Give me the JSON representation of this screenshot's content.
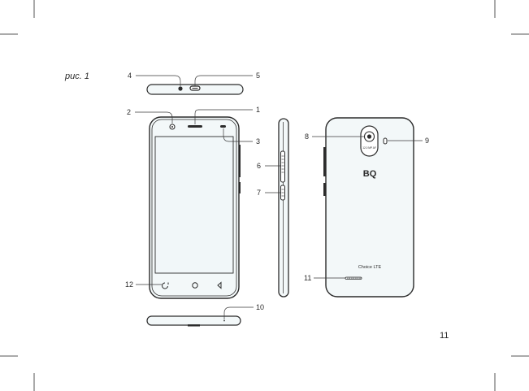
{
  "figure_label": "рис. 1",
  "page_number": "11",
  "brand_logo": "BQ",
  "model_name": "Choice LTE",
  "camera_mark": "12.0 MP AF",
  "colors": {
    "line": "#2b2b2b",
    "phone_fill": "#f3f8f9",
    "screen_fill": "#f1f7f9",
    "text": "#2a2a2a"
  },
  "callouts": {
    "c1": "1",
    "c2": "2",
    "c3": "3",
    "c4": "4",
    "c5": "5",
    "c6": "6",
    "c7": "7",
    "c8": "8",
    "c9": "9",
    "c10": "10",
    "c11": "11",
    "c12": "12"
  },
  "icons": {
    "nav_recent": "recent-apps-icon",
    "nav_home": "home-icon",
    "nav_back": "back-icon"
  }
}
